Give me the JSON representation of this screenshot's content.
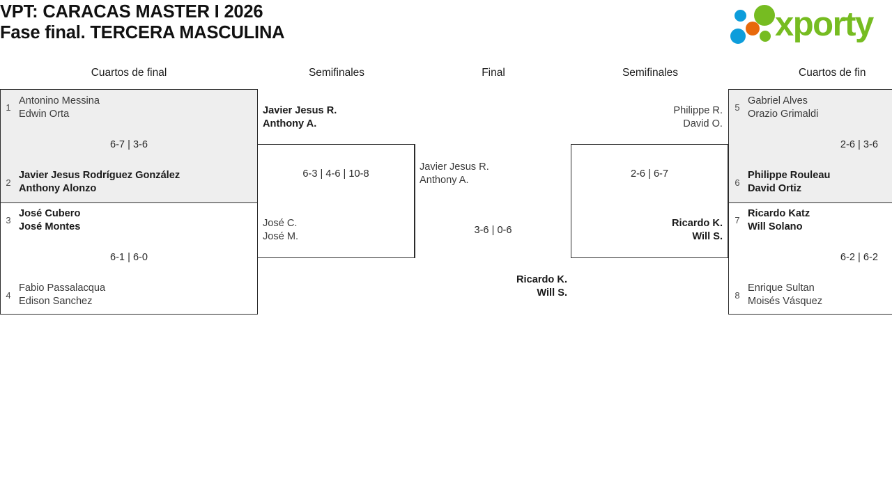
{
  "header": {
    "title_line1": "VPT: CARACAS MASTER I 2026",
    "title_line2": "Fase final. TERCERA MASCULINA",
    "logo_word": "xporty",
    "logo_colors": {
      "green": "#76bc21",
      "blue": "#0d9ddb",
      "orange": "#e8690b"
    }
  },
  "rounds": [
    {
      "label": "Cuartos de final"
    },
    {
      "label": "Semifinales"
    },
    {
      "label": "Final"
    },
    {
      "label": "Semifinales"
    },
    {
      "label": "Cuartos de fin"
    }
  ],
  "bracket": {
    "left_quarterfinals": [
      {
        "score": "6-7 | 3-6",
        "teams": [
          {
            "seed": "1",
            "p1": "Antonino Messina",
            "p2": "Edwin Orta",
            "winner": false
          },
          {
            "seed": "2",
            "p1": "Javier Jesus Rodríguez González",
            "p2": "Anthony Alonzo",
            "winner": true
          }
        ]
      },
      {
        "score": "6-1 | 6-0",
        "teams": [
          {
            "seed": "3",
            "p1": "José Cubero",
            "p2": "José Montes",
            "winner": true
          },
          {
            "seed": "4",
            "p1": "Fabio Passalacqua",
            "p2": "Edison Sanchez",
            "winner": false
          }
        ]
      }
    ],
    "left_semifinal": {
      "score": "6-3 | 4-6 | 10-8",
      "teams": [
        {
          "p1": "Javier Jesus R.",
          "p2": "Anthony A.",
          "winner": true
        },
        {
          "p1": "José C.",
          "p2": "José M.",
          "winner": false
        }
      ]
    },
    "final": {
      "score": "3-6 | 0-6",
      "teams": [
        {
          "p1": "Javier Jesus R.",
          "p2": "Anthony A.",
          "winner": false
        },
        {
          "p1": "Ricardo K.",
          "p2": "Will S.",
          "winner": true
        }
      ]
    },
    "right_semifinal": {
      "score": "2-6 | 6-7",
      "teams": [
        {
          "p1": "Philippe R.",
          "p2": "David O.",
          "winner": false
        },
        {
          "p1": "Ricardo K.",
          "p2": "Will S.",
          "winner": true
        }
      ]
    },
    "right_quarterfinals": [
      {
        "score": "2-6 | 3-6",
        "teams": [
          {
            "seed": "5",
            "p1": "Gabriel Alves",
            "p2": "Orazio Grimaldi",
            "winner": false
          },
          {
            "seed": "6",
            "p1": "Philippe Rouleau",
            "p2": "David Ortiz",
            "winner": true
          }
        ]
      },
      {
        "score": "6-2 | 6-2",
        "teams": [
          {
            "seed": "7",
            "p1": "Ricardo Katz",
            "p2": "Will Solano",
            "winner": true
          },
          {
            "seed": "8",
            "p1": "Enrique Sultan",
            "p2": "Moisés Vásquez",
            "winner": false
          }
        ]
      }
    ]
  }
}
